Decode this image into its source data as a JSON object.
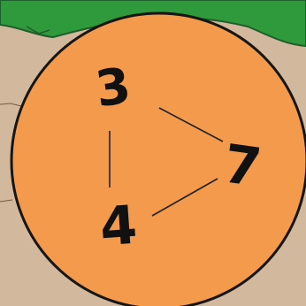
{
  "colors": {
    "terrain_sand": "#d2b89c",
    "terrain_grass": "#2e9a3c",
    "grass_edge": "#1e5e2a",
    "region_fill": "#f39a4c",
    "region_outline": "#161616",
    "connector": "#222222",
    "number_ink": "#111111"
  },
  "region": {
    "nodes": [
      {
        "id": "node-3",
        "value": "3"
      },
      {
        "id": "node-7",
        "value": "7"
      },
      {
        "id": "node-4",
        "value": "4"
      }
    ],
    "links": [
      [
        "3",
        "7"
      ],
      [
        "3",
        "4"
      ],
      [
        "4",
        "7"
      ]
    ]
  }
}
